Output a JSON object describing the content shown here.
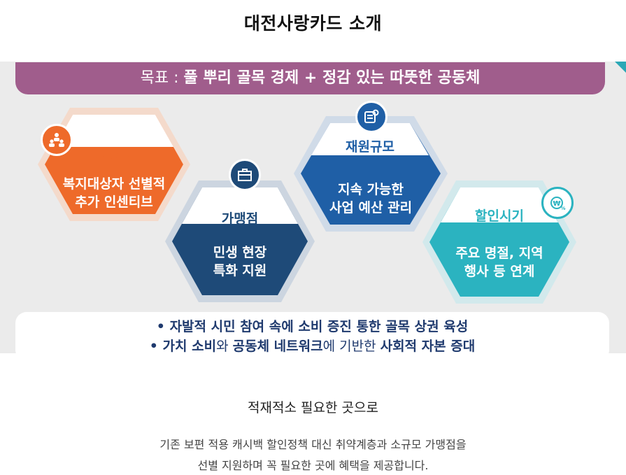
{
  "page": {
    "title": "대전사랑카드 소개"
  },
  "banner": {
    "goal_label": "목표 : ",
    "goal_text": "풀 뿌리 골목 경제 + 정감 있는 따뜻한 공동체",
    "hexagons": [
      {
        "title": "사용자",
        "line1": "복지대상자 선별적",
        "line2": "추가 인센티브",
        "color": "#ee6a2a",
        "icon": "people-icon"
      },
      {
        "title": "가맹점",
        "line1": "민생 현장",
        "line2": "특화 지원",
        "color": "#1e4a78",
        "icon": "store-icon"
      },
      {
        "title": "재원규모",
        "line1": "지속 가능한",
        "line2": "사업 예산 관리",
        "color": "#1f5fa6",
        "icon": "budget-icon"
      },
      {
        "title": "할인시기",
        "line1": "주요 명절, 지역",
        "line2": "행사 등 연계",
        "color": "#2bb3c0",
        "icon": "won-percent-icon"
      }
    ],
    "bullets": {
      "line1_bullet": "• ",
      "line1_text": "자발적 시민 참여 속에 소비 증진 통한 골목 상권 육성",
      "line2_bullet": "• ",
      "line2_em1": "가치 소비",
      "line2_t1": "와 ",
      "line2_em2": "공동체 네트워크",
      "line2_t2": "에 기반한 ",
      "line2_em3": "사회적 자본 증대"
    }
  },
  "section": {
    "subtitle": "적재적소 필요한 곳으로",
    "desc_line1": "기존 보편 적용 캐시백 할인정책 대신 취약계층과 소규모 가맹점을",
    "desc_line2": "선별 지원하며 꼭 필요한 곳에 혜택을 제공합니다."
  }
}
